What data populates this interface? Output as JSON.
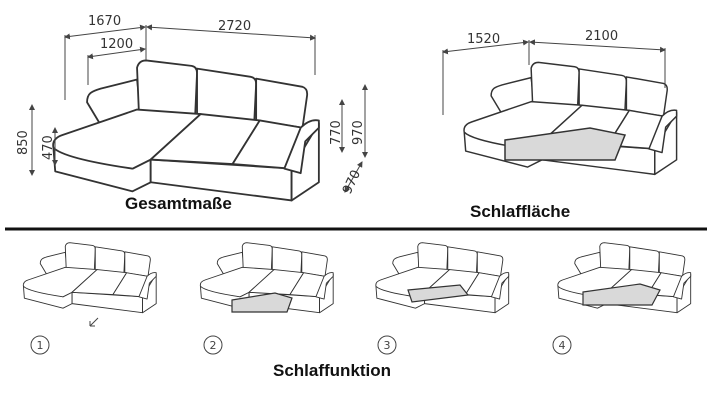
{
  "overall": {
    "title": "Gesamtmaße",
    "dimensions": {
      "total_depth_left": "1670",
      "total_width": "2720",
      "chaise_seat_depth": "1200",
      "chaise_height": "850",
      "seat_height": "470",
      "back_height_inner": "770",
      "back_height_total": "970",
      "depth_right": "970"
    }
  },
  "sleeping_area": {
    "title": "Schlaffläche",
    "dimensions": {
      "length": "2100",
      "width": "1520"
    }
  },
  "sleep_function": {
    "title": "Schlaffunktion",
    "steps": [
      "1",
      "2",
      "3",
      "4"
    ]
  },
  "colors": {
    "line": "#333333",
    "bed": "#d9d9d9"
  }
}
